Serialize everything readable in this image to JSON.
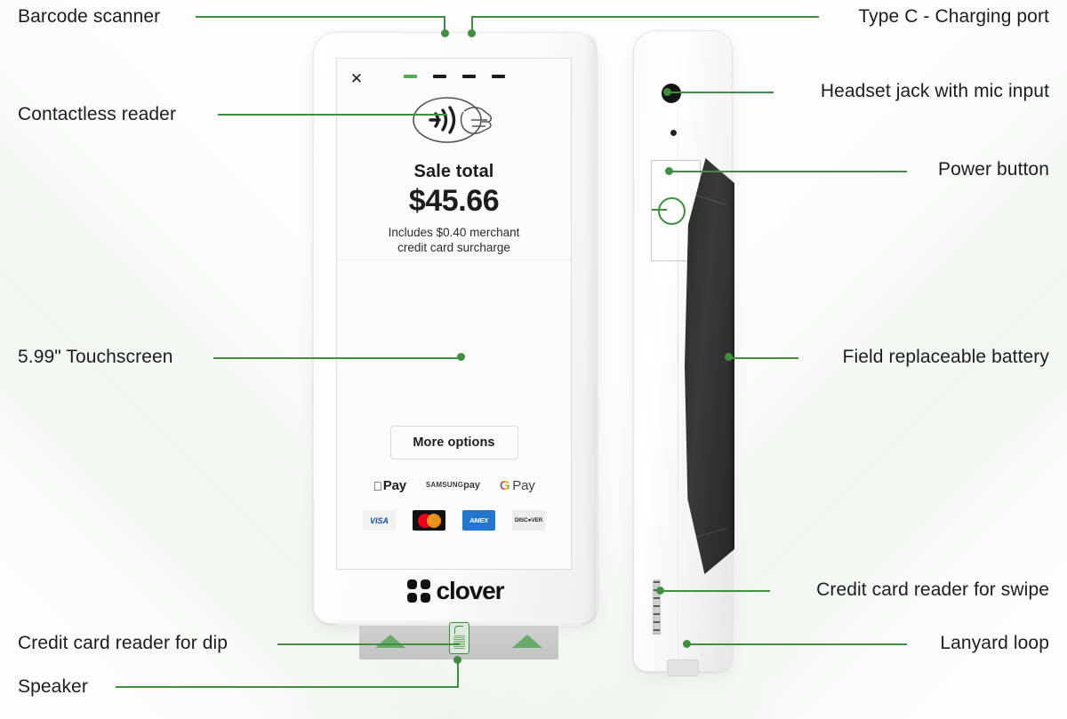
{
  "diagram": {
    "title": "Clover Flex device annotated diagram",
    "accent_color": "#3f8f3f",
    "callouts_left": [
      {
        "key": "barcode-scanner",
        "label": "Barcode scanner"
      },
      {
        "key": "contactless-reader",
        "label": "Contactless reader"
      },
      {
        "key": "touchscreen",
        "label": "5.99\" Touchscreen"
      },
      {
        "key": "credit-card-reader-dip",
        "label": "Credit card reader for dip"
      },
      {
        "key": "speaker",
        "label": "Speaker"
      }
    ],
    "callouts_right": [
      {
        "key": "charging-port",
        "label": "Type C - Charging port"
      },
      {
        "key": "headset-jack",
        "label": "Headset jack with mic input"
      },
      {
        "key": "power-button",
        "label": "Power button"
      },
      {
        "key": "field-replaceable-battery",
        "label": "Field replaceable battery"
      },
      {
        "key": "credit-card-reader-swipe",
        "label": "Credit card reader for swipe"
      },
      {
        "key": "lanyard-loop",
        "label": "Lanyard loop"
      }
    ]
  },
  "device_screen": {
    "close_label": "✕",
    "step_count": 4,
    "active_step": 1,
    "sale_total_label": "Sale total",
    "amount": "$45.66",
    "surcharge_line1": "Includes $0.40 merchant",
    "surcharge_line2": "credit card surcharge",
    "more_options_label": "More options",
    "wallets": [
      {
        "key": "apple-pay",
        "mark": "",
        "text": "Pay"
      },
      {
        "key": "samsung-pay",
        "line1": "SAMSUNG",
        "line2": "pay"
      },
      {
        "key": "google-pay",
        "mark": "G",
        "text": "Pay"
      }
    ],
    "card_networks": [
      {
        "key": "visa",
        "label": "VISA"
      },
      {
        "key": "mastercard",
        "label": ""
      },
      {
        "key": "amex",
        "label": "AMEX"
      },
      {
        "key": "discover",
        "label": "DISC●VER"
      }
    ],
    "brand_name": "clover"
  }
}
